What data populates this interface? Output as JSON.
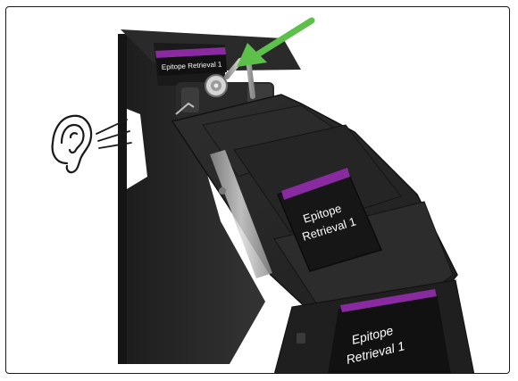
{
  "labels": {
    "top_label": "Epitope Retrieval 1",
    "window_label_line1": "Epitope",
    "window_label_line2": "Retrieval 1",
    "bottom_label_line1": "Epitope",
    "bottom_label_line2": "Retrieval 1"
  },
  "colors": {
    "label_stripe": "#8a2aa0",
    "arrow": "#5cc04a",
    "body_dark": "#262626",
    "body_mid": "#3a3a3a",
    "metal": "#b9b9b9"
  },
  "icons": {
    "ear": "ear-icon",
    "arrow": "green-arrow-icon"
  }
}
